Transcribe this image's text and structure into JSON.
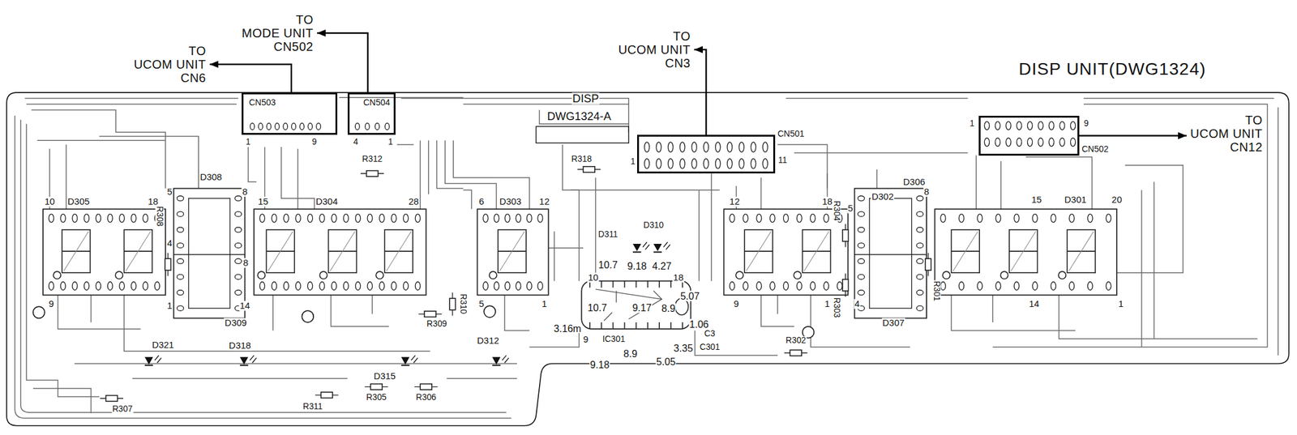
{
  "diagram": {
    "title": "DISP UNIT(DWG1324)",
    "nodes": [
      {
        "text": [
          "CN503"
        ]
      },
      {
        "text": [
          "CN504"
        ]
      },
      {
        "text": [
          "CN501"
        ]
      },
      {
        "text": [
          "CN502"
        ]
      },
      {
        "text": [
          "TO UCOM UNIT CN6"
        ]
      },
      {
        "text": [
          "TO MODE UNIT CN502"
        ]
      },
      {
        "text": [
          "TO UCOM UNIT CN3"
        ]
      },
      {
        "text": [
          "TO UCOM UNIT CN12"
        ]
      }
    ],
    "edges": [
      {
        "from": 0,
        "to": 4,
        "arrow": "to"
      },
      {
        "from": 1,
        "to": 5,
        "arrow": "to"
      },
      {
        "from": 2,
        "to": 6,
        "arrow": "to"
      },
      {
        "from": 3,
        "to": 7,
        "arrow": "to"
      }
    ],
    "labels": [
      "DISP",
      "DWG1324-A",
      "1",
      "9",
      "4",
      "1",
      "11",
      "1",
      "1",
      "9",
      "D305",
      "10",
      "18",
      "9",
      "D308",
      "8",
      "5",
      "4",
      "8",
      "R308",
      "D309",
      "1",
      "14",
      "D304",
      "15",
      "28",
      "R312",
      "D303",
      "6",
      "12",
      "5",
      "1",
      "R318",
      "D310",
      "D311",
      "10.7",
      "9.18",
      "4.27",
      "18",
      "10",
      "5.07",
      "10.7",
      "9.17",
      "8.9",
      "1.06",
      "3.16m",
      "9",
      "IC301",
      "8.9",
      "9.18",
      "3.35",
      "5.05",
      "C3",
      "C301",
      "D306",
      "D302",
      "12",
      "18",
      "5",
      "8",
      "9",
      "1",
      "R304",
      "R303",
      "R301",
      "D307",
      "4",
      "D301",
      "15",
      "20",
      "14",
      "1",
      "R302",
      "D321",
      "D318",
      "D312",
      "D315",
      "R309",
      "R310",
      "R307",
      "R311",
      "R305",
      "R306"
    ]
  }
}
